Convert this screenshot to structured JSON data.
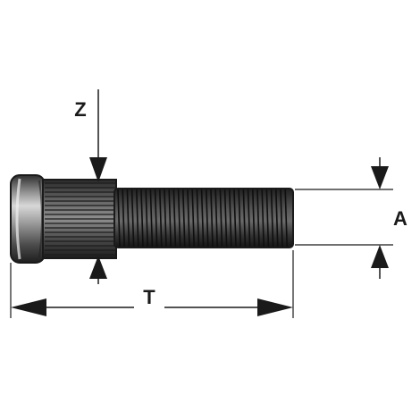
{
  "labels": {
    "z": "Z",
    "t": "T",
    "a": "A"
  },
  "colors": {
    "outline": "#1a1a1a",
    "body_dark": "#3a3a3a",
    "body_light": "#bdbdbd",
    "background": "#ffffff"
  }
}
